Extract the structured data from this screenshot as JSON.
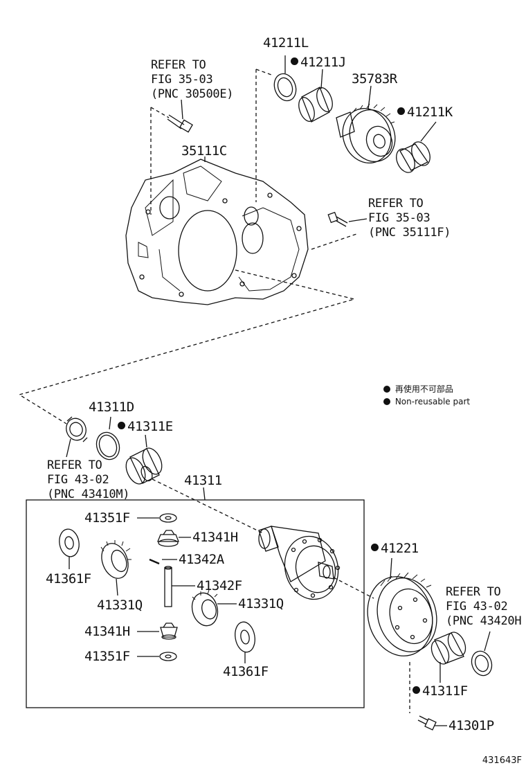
{
  "parts": {
    "p41211L": "41211L",
    "p41211J": "41211J",
    "p35783R": "35783R",
    "p41211K": "41211K",
    "p35111C": "35111C",
    "p41311D": "41311D",
    "p41311E": "41311E",
    "p41311": "41311",
    "p41351F_top": "41351F",
    "p41341H_right": "41341H",
    "p41342A": "41342A",
    "p41342F": "41342F",
    "p41361F_left": "41361F",
    "p41331Q_left": "41331Q",
    "p41331Q_right": "41331Q",
    "p41341H_left": "41341H",
    "p41351F_bottom": "41351F",
    "p41361F_right": "41361F",
    "p41221": "41221",
    "p41311F": "41311F",
    "p41301P": "41301P"
  },
  "references": {
    "ref1": {
      "line1": "REFER TO",
      "line2": "FIG 35-03",
      "line3": "(PNC 30500E)"
    },
    "ref2": {
      "line1": "REFER TO",
      "line2": "FIG 35-03",
      "line3": "(PNC 35111F)"
    },
    "ref3": {
      "line1": "REFER TO",
      "line2": "FIG 43-02",
      "line3": "(PNC 43410M)"
    },
    "ref4": {
      "line1": "REFER TO",
      "line2": "FIG 43-02",
      "line3": "(PNC 43420H"
    }
  },
  "legend": {
    "jp": "再使用不可部品",
    "en": "Non-reusable part"
  },
  "diagram_code": "431643F"
}
